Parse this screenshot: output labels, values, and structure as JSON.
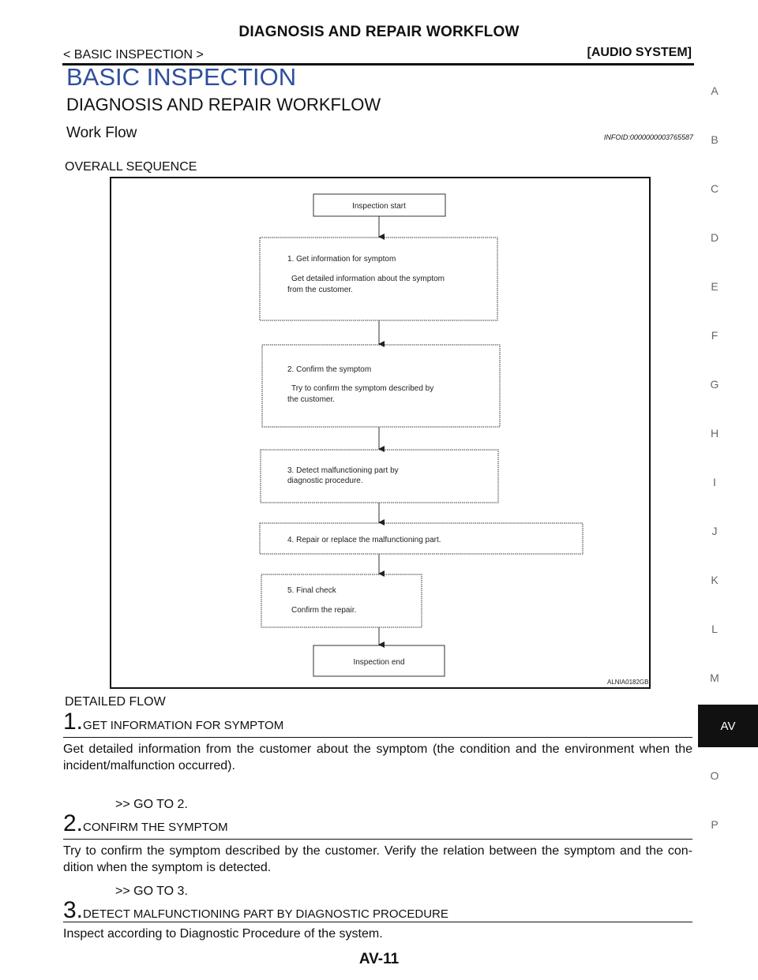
{
  "header": {
    "title": "DIAGNOSIS AND REPAIR WORKFLOW",
    "breadcrumb": "< BASIC INSPECTION >",
    "system": "[AUDIO SYSTEM]"
  },
  "headings": {
    "h1": "BASIC INSPECTION",
    "h2": "DIAGNOSIS AND REPAIR WORKFLOW",
    "h3": "Work Flow",
    "info_id": "INFOID:0000000003765587"
  },
  "sections": {
    "overall": "OVERALL SEQUENCE",
    "detailed": "DETAILED FLOW"
  },
  "side_index": [
    "A",
    "B",
    "C",
    "D",
    "E",
    "F",
    "G",
    "H",
    "I",
    "J",
    "K",
    "L",
    "M",
    "AV",
    "O",
    "P"
  ],
  "side_active": "AV",
  "flowchart": {
    "figure_id": "ALNIA0182GB",
    "start": "Inspection start",
    "end": "Inspection end",
    "step1_title": "1. Get information for symptom",
    "step1_line1": "Get detailed information about the symptom",
    "step1_line2": "from the customer.",
    "step2_title": "2. Confirm the symptom",
    "step2_line1": "Try to confirm the symptom described by",
    "step2_line2": "the customer.",
    "step3_line1": "3. Detect malfunctioning part by",
    "step3_line2": "diagnostic procedure.",
    "step4_title": "4. Repair or replace the malfunctioning part.",
    "step5_title": "5. Final check",
    "step5_line1": "Confirm the repair."
  },
  "steps": [
    {
      "num": "1.",
      "title": "GET INFORMATION FOR SYMPTOM",
      "body": "Get detailed information from the customer about the symptom (the condition and the environment when the incident/malfunction occurred).",
      "goto": ">> GO TO 2."
    },
    {
      "num": "2.",
      "title": "CONFIRM THE SYMPTOM",
      "body": "Try to confirm the symptom described by the customer. Verify the relation between the symptom and the con- dition when the symptom is detected.",
      "goto": ">> GO TO 3."
    },
    {
      "num": "3.",
      "title": "DETECT MALFUNCTIONING PART BY DIAGNOSTIC PROCEDURE",
      "body": "Inspect according to Diagnostic Procedure of the system."
    }
  ],
  "footer": {
    "page": "AV-11"
  }
}
